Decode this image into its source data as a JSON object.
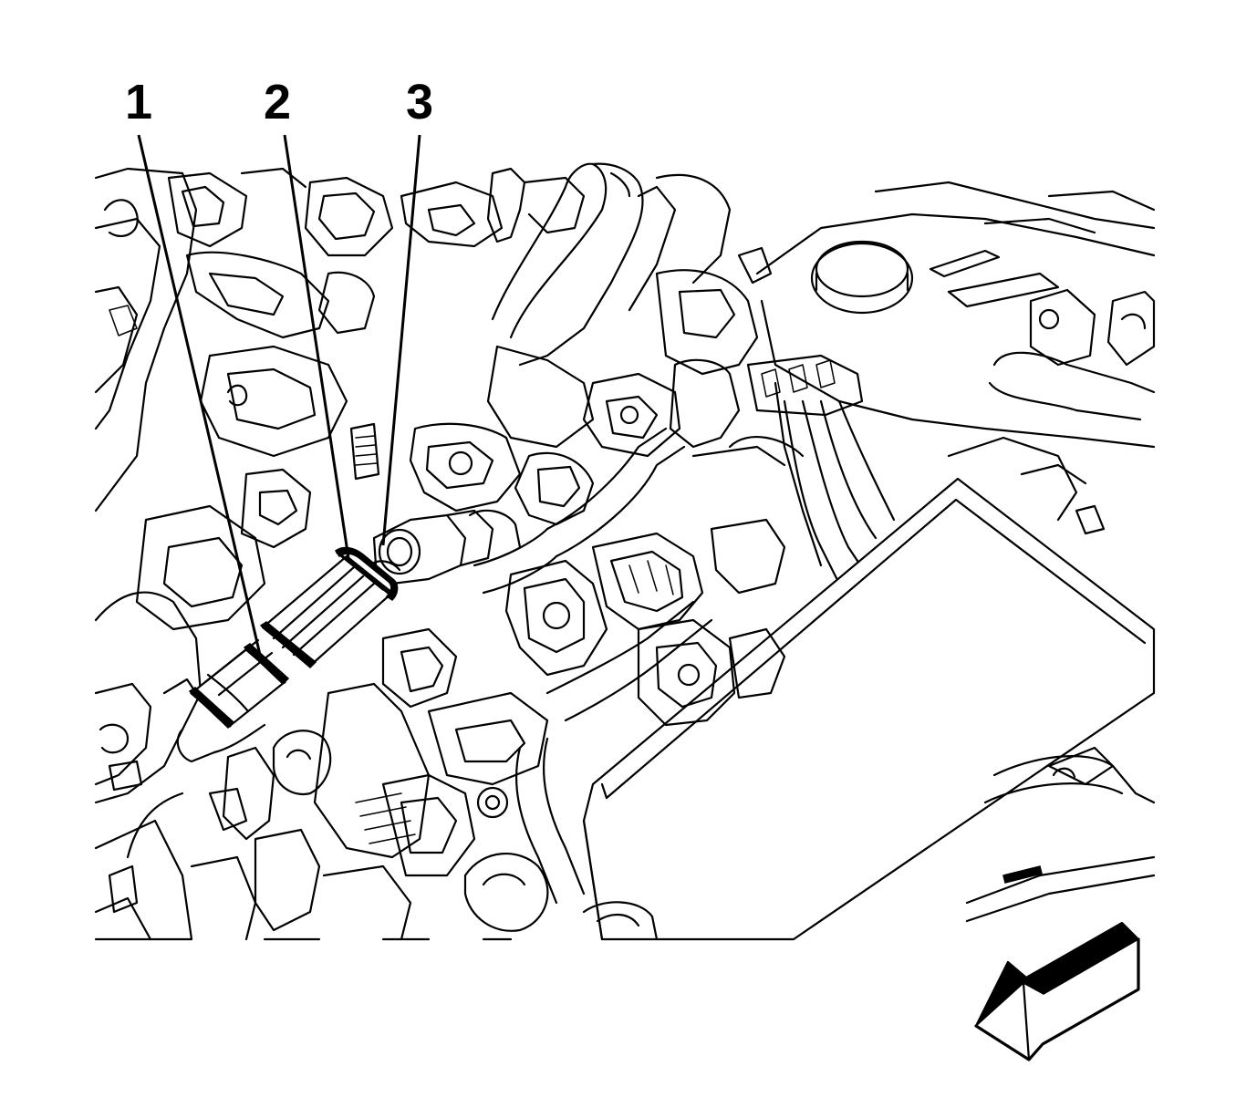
{
  "callouts": [
    {
      "id": "1",
      "label": "1"
    },
    {
      "id": "2",
      "label": "2"
    },
    {
      "id": "3",
      "label": "3"
    }
  ],
  "view_direction_icon": "arrow-front-left-icon",
  "colors": {
    "line": "#000000",
    "background": "#ffffff"
  }
}
